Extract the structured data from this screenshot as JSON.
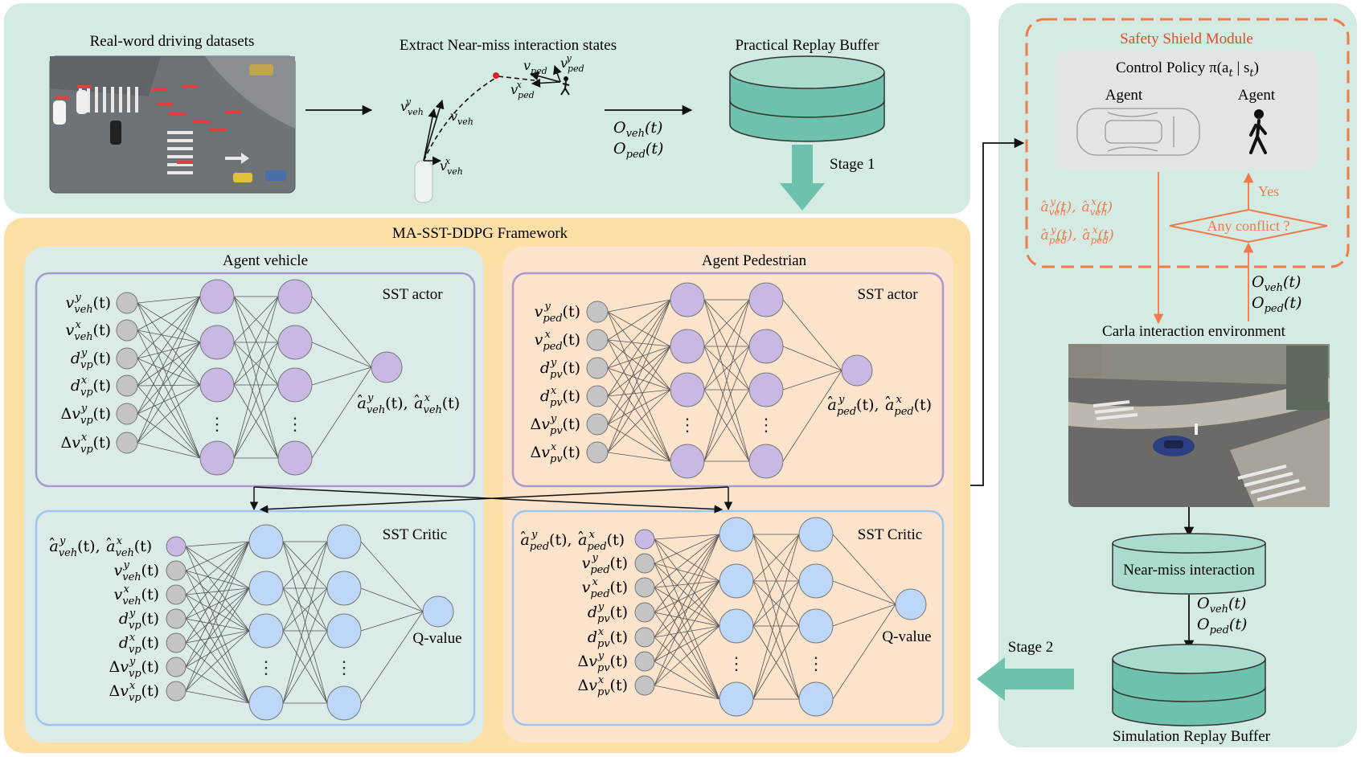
{
  "stage1": {
    "datasets_title": "Real-word driving datasets",
    "extract_title": "Extract Near-miss interaction states",
    "buffer_title": "Practical Replay Buffer",
    "obs_veh": "O",
    "obs_veh_sub": "veh",
    "obs_ped": "O",
    "obs_ped_sub": "ped",
    "obs_suffix": "(t)",
    "stage_label": "Stage 1",
    "traj_labels": [
      {
        "base": "v",
        "sup": "y",
        "sub": "veh"
      },
      {
        "base": "v",
        "sup": "",
        "sub": "veh"
      },
      {
        "base": "v",
        "sup": "x",
        "sub": "veh"
      },
      {
        "base": "v",
        "sup": "",
        "sub": "ped"
      },
      {
        "base": "v",
        "sup": "y",
        "sub": "ped"
      },
      {
        "base": "v",
        "sup": "x",
        "sub": "ped"
      }
    ]
  },
  "framework": {
    "title": "MA-SST-DDPG Framework",
    "vehicle_title": "Agent vehicle",
    "pedestrian_title": "Agent Pedestrian",
    "actor_label": "SST actor",
    "critic_label": "SST Critic",
    "qvalue_label": "Q-value",
    "veh_actor_inputs": [
      {
        "pre": "",
        "base": "v",
        "sup": "y",
        "sub": "veh"
      },
      {
        "pre": "",
        "base": "v",
        "sup": "x",
        "sub": "veh"
      },
      {
        "pre": "",
        "base": "d",
        "sup": "y",
        "sub": "vp"
      },
      {
        "pre": "",
        "base": "d",
        "sup": "x",
        "sub": "vp"
      },
      {
        "pre": "Δ",
        "base": "v",
        "sup": "y",
        "sub": "vp"
      },
      {
        "pre": "Δ",
        "base": "v",
        "sup": "x",
        "sub": "vp"
      }
    ],
    "ped_actor_inputs": [
      {
        "pre": "",
        "base": "v",
        "sup": "y",
        "sub": "ped"
      },
      {
        "pre": "",
        "base": "v",
        "sup": "x",
        "sub": "ped"
      },
      {
        "pre": "",
        "base": "d",
        "sup": "y",
        "sub": "pv"
      },
      {
        "pre": "",
        "base": "d",
        "sup": "x",
        "sub": "pv"
      },
      {
        "pre": "Δ",
        "base": "v",
        "sup": "y",
        "sub": "pv"
      },
      {
        "pre": "Δ",
        "base": "v",
        "sup": "x",
        "sub": "pv"
      }
    ],
    "veh_action": {
      "base": "a",
      "sub": "veh"
    },
    "ped_action": {
      "base": "a",
      "sub": "ped"
    },
    "dots": "⋮"
  },
  "shield": {
    "title": "Safety Shield Module",
    "policy_label": "Control Policy π(a",
    "policy_sub1": "t",
    "policy_mid": " | s",
    "policy_sub2": "t",
    "policy_end": ")",
    "agent_left": "Agent",
    "agent_right": "Agent",
    "conflict": "Any conflict ?",
    "yes": "Yes",
    "action_veh": {
      "base": "a",
      "sub": "veh"
    },
    "action_ped": {
      "base": "a",
      "sub": "ped"
    }
  },
  "stage2": {
    "carla_title": "Carla interaction environment",
    "nearmiss": "Near-miss interaction",
    "sim_buffer": "Simulation Replay Buffer",
    "stage_label": "Stage 2"
  },
  "colors": {
    "top_panel": "#d4ebe3",
    "framework_bg": "#fde0a8",
    "vehicle_bg": "#dbece8",
    "ped_bg": "#fbe3cc",
    "actor_border": "#a99bd0",
    "critic_border": "#9ec5ef",
    "purple_node": "#c9b8e4",
    "blue_node": "#bcd7f7",
    "gray_node": "#c4c4c4",
    "teal": "#6ec2ad",
    "orange": "#f07a4a"
  }
}
